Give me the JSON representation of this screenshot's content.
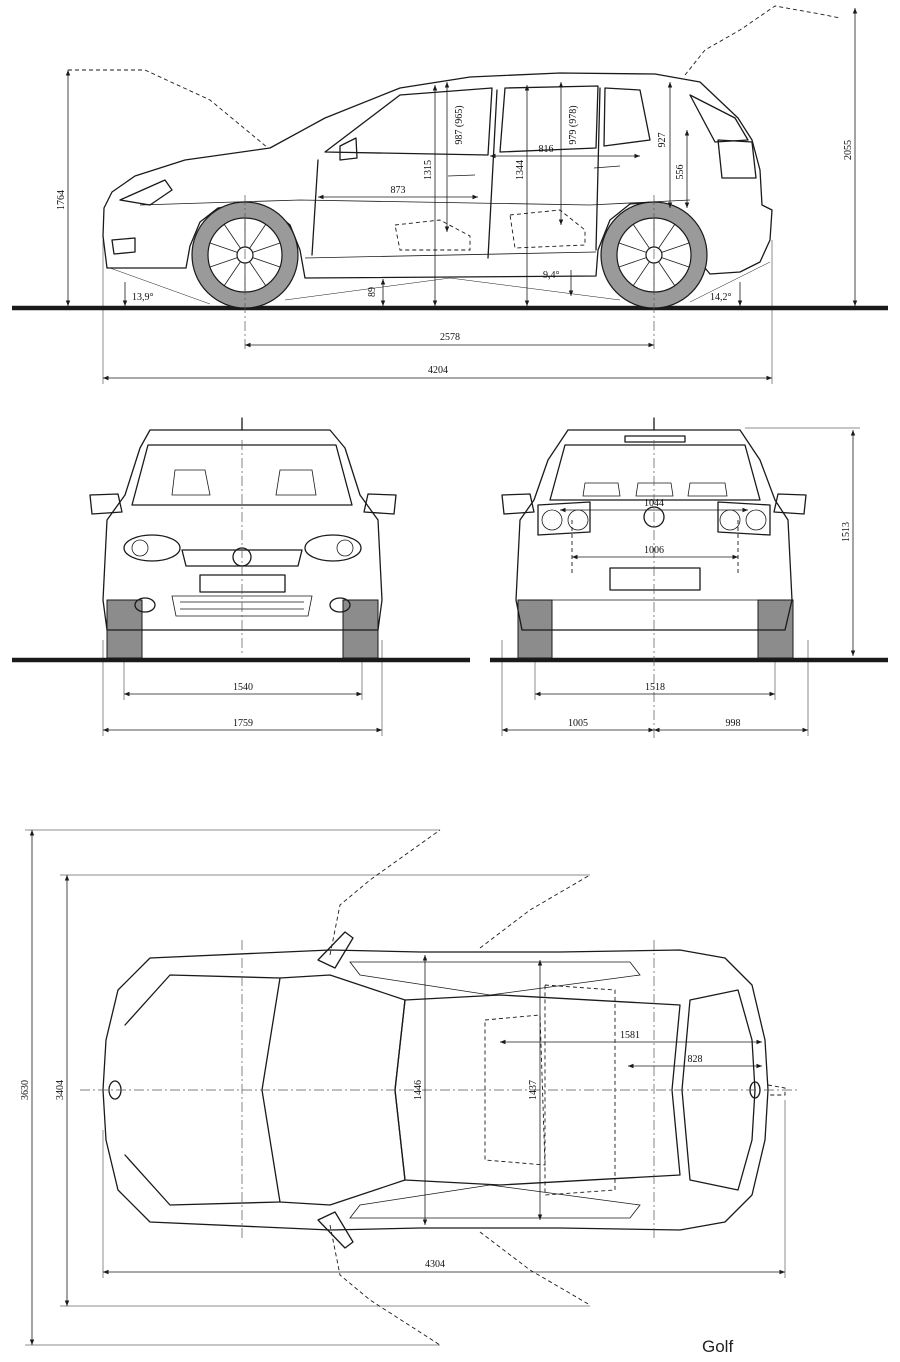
{
  "side_view": {
    "overall_height": "1764",
    "height_tailgate_open": "2055",
    "front_headroom": "987 (965)",
    "rear_headroom": "979 (978)",
    "front_seat_height": "1315",
    "rear_seat_height": "1344",
    "front_legroom": "873",
    "rear_legroom": "816",
    "rear_opening_height": "927",
    "bumper_height": "556",
    "ground_clearance": "89",
    "approach_angle": "13,9°",
    "breakover_angle": "9,4°",
    "departure_angle": "14,2°",
    "wheelbase": "2578",
    "overall_length": "4204"
  },
  "front_view": {
    "track_front": "1540",
    "overall_width": "1759"
  },
  "rear_view": {
    "tail_opening_top": "1044",
    "tail_opening_bottom": "1006",
    "height": "1513",
    "track_rear": "1518",
    "mirror_left": "1005",
    "mirror_right": "998"
  },
  "top_view": {
    "width_doors_open": "3630",
    "width_front_doors_open": "3404",
    "front_shoulder": "1446",
    "rear_shoulder": "1437",
    "cargo_length_seats_folded": "1581",
    "cargo_length": "828",
    "length_tailgate_open": "4304"
  },
  "model_name": "Golf"
}
